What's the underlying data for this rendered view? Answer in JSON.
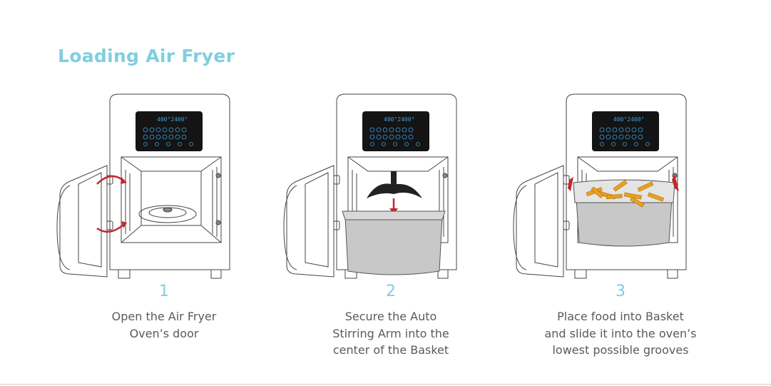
{
  "title": "Loading Air Fryer",
  "colors": {
    "accent": "#7fcfe0",
    "arrow": "#c0282f",
    "display": "#3aa0e0",
    "panel": "#141414",
    "basket": "#c8c8c8"
  },
  "panel_readout": "400°2400°",
  "steps": [
    {
      "number": "1",
      "caption_lines": [
        "Open the Air Fryer",
        "Oven’s door"
      ]
    },
    {
      "number": "2",
      "caption_lines": [
        "Secure the Auto",
        "Stirring Arm into the",
        "center of the Basket"
      ]
    },
    {
      "number": "3",
      "caption_lines": [
        "Place food into Basket",
        "and slide it into the oven’s",
        "lowest possible grooves"
      ]
    }
  ]
}
